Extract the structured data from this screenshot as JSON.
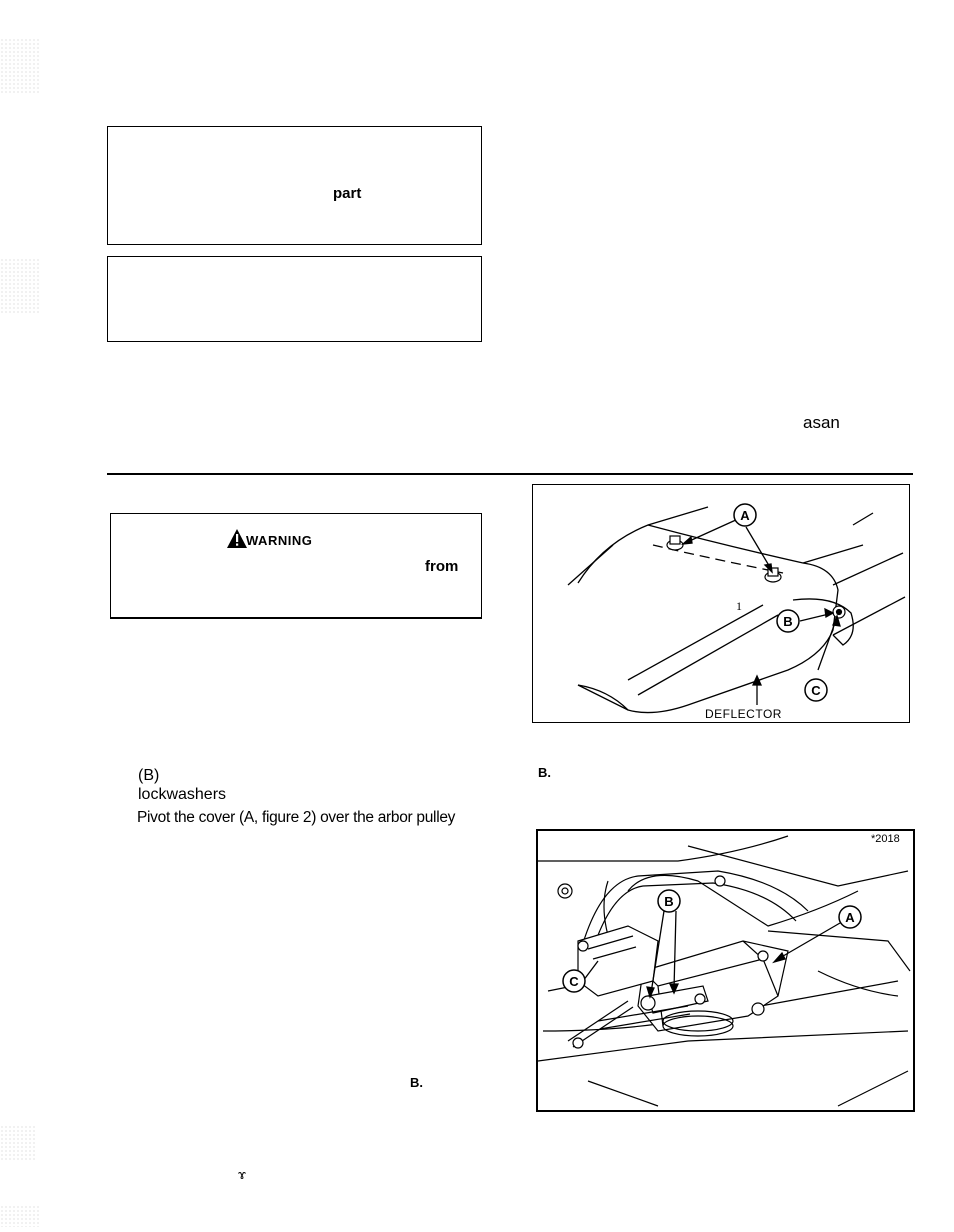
{
  "left_box": {
    "word_part": "part"
  },
  "right_top_text": {
    "word": "asan"
  },
  "warning_box": {
    "title": "WARNING",
    "word_from": "from"
  },
  "figure1": {
    "callouts": [
      "A",
      "B",
      "C"
    ],
    "label_deflector": "DEFLECTOR",
    "stray_mark": "1"
  },
  "left_column_text": {
    "line_b": "(B)",
    "line_lockwashers": "lockwashers",
    "line_pivot": "Pivot the cover (A, figure 2) over the arbor pulley",
    "line_b2": "B."
  },
  "right_column_text": {
    "line_b": "B."
  },
  "figure2": {
    "code": "*2018",
    "callouts": [
      "A",
      "B",
      "C"
    ]
  },
  "bottom_mark": {
    "glyph": "ɤ"
  }
}
